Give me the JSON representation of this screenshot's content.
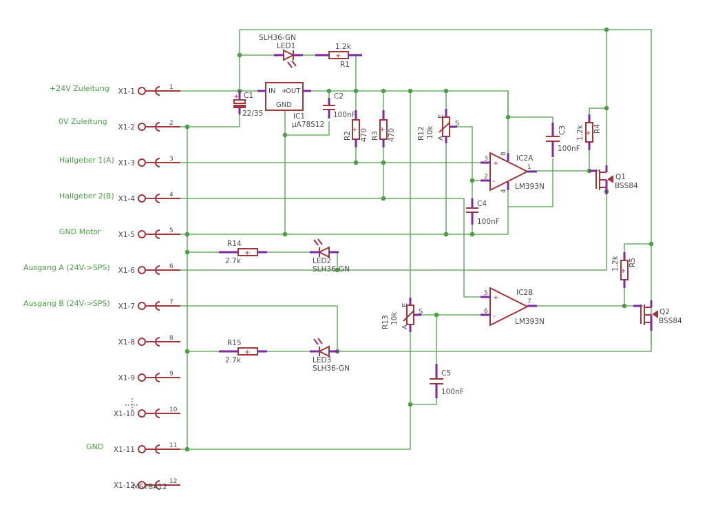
{
  "nets": {
    "x1_1": "+24V Zuleitung",
    "x1_2": "0V Zuleitung",
    "x1_3": "Hallgeber 1(A)",
    "x1_4": "Hallgeber 2(B)",
    "x1_5": "GND Motor",
    "x1_6": "Ausgang A (24V->SPS)",
    "x1_7": "Ausgang B (24V->SPS)",
    "x1_11": "GND"
  },
  "connector": {
    "pins": [
      "X1-1",
      "X1-2",
      "X1-3",
      "X1-4",
      "X1-5",
      "X1-6",
      "X1-7",
      "X1-8",
      "X1-9",
      "X1-10",
      "X1-11",
      "X1-12"
    ],
    "numbers": [
      "1",
      "2",
      "3",
      "4",
      "5",
      "6",
      "7",
      "8",
      "9",
      "10",
      "11",
      "12"
    ],
    "value": "MSTBA12"
  },
  "parts": {
    "led1": {
      "name": "LED1",
      "value": "SLH36-GN"
    },
    "r1": {
      "name": "R1",
      "value": "1.2k"
    },
    "c1": {
      "name": "C1",
      "value": "22/35"
    },
    "ic1": {
      "name": "IC1",
      "value": "µA78S12",
      "pin_in": "IN",
      "pin_out": "OUT",
      "pin_gnd": "GND"
    },
    "c2": {
      "name": "C2",
      "value": "100nF"
    },
    "r2": {
      "name": "R2",
      "value": "470"
    },
    "r3": {
      "name": "R3",
      "value": "470"
    },
    "r12": {
      "name": "R12",
      "value": "10k",
      "a": "A",
      "e": "E",
      "s": "S"
    },
    "c3": {
      "name": "C3",
      "value": "100nF"
    },
    "r4": {
      "name": "R4",
      "value": "1.2k"
    },
    "ic2a": {
      "name": "IC2A",
      "value": "LM393N",
      "p3": "3",
      "p2": "2",
      "p8": "8",
      "p4": "4",
      "p1": "1"
    },
    "q1": {
      "name": "Q1",
      "value": "BSS84"
    },
    "c4": {
      "name": "C4",
      "value": "100nF"
    },
    "r14": {
      "name": "R14",
      "value": "2.7k"
    },
    "led2": {
      "name": "LED2",
      "value": "SLH36-GN"
    },
    "r5": {
      "name": "R5",
      "value": "1.2k"
    },
    "ic2b": {
      "name": "IC2B",
      "value": "LM393N",
      "p5": "5",
      "p6": "6",
      "p7": "7"
    },
    "q2": {
      "name": "Q2",
      "value": "BSS84"
    },
    "r13": {
      "name": "R13",
      "value": "10k",
      "a": "A",
      "e": "E",
      "s": "S"
    },
    "r15": {
      "name": "R15",
      "value": "2.7k"
    },
    "led3": {
      "name": "LED3",
      "value": "SLH36-GN"
    },
    "c5": {
      "name": "C5",
      "value": "100nF"
    }
  },
  "colors": {
    "wire": "#4aa043",
    "part": "#a2343a",
    "pin_stub": "#7b2aa3",
    "text": "#4a4a4a"
  }
}
